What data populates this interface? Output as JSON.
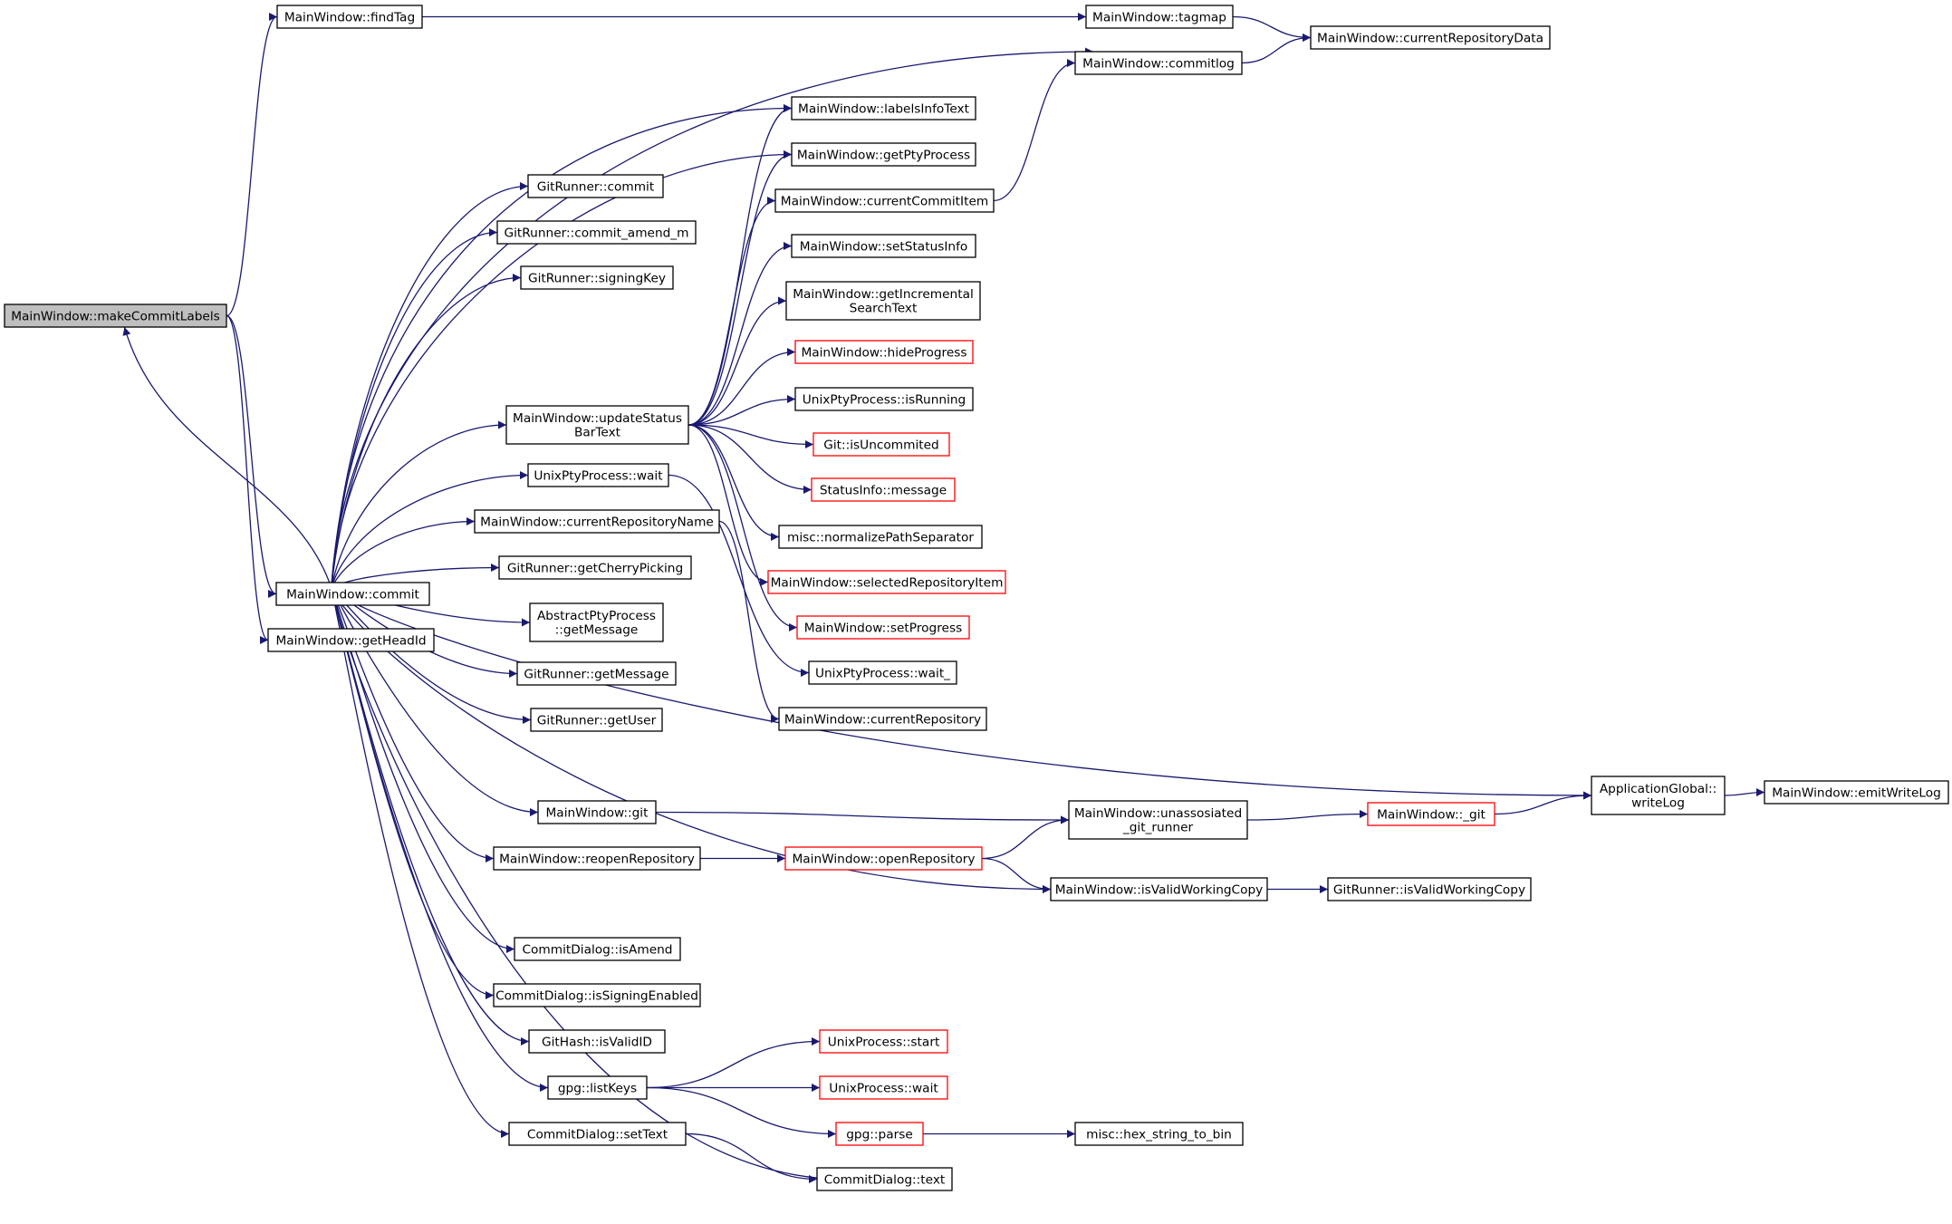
{
  "colors": {
    "edge": "#191970",
    "node_border": "#000000",
    "truncated_border": "#ff0000",
    "root_fill": "#bfbfbf",
    "node_fill": "#ffffff",
    "background": "#ffffff"
  },
  "nodes": [
    {
      "id": "n_make",
      "lines": [
        "MainWindow::makeCommitLabels"
      ],
      "root": true
    },
    {
      "id": "n_findTag",
      "lines": [
        "MainWindow::findTag"
      ]
    },
    {
      "id": "n_tagmap",
      "lines": [
        "MainWindow::tagmap"
      ]
    },
    {
      "id": "n_curRepoData",
      "lines": [
        "MainWindow::currentRepositoryData"
      ]
    },
    {
      "id": "n_commitlog",
      "lines": [
        "MainWindow::commitlog"
      ]
    },
    {
      "id": "n_labelsInfo",
      "lines": [
        "MainWindow::labelsInfoText"
      ]
    },
    {
      "id": "n_getPty",
      "lines": [
        "MainWindow::getPtyProcess"
      ]
    },
    {
      "id": "n_gr_commit",
      "lines": [
        "GitRunner::commit"
      ]
    },
    {
      "id": "n_curCommitItem",
      "lines": [
        "MainWindow::currentCommitItem"
      ]
    },
    {
      "id": "n_gr_amend",
      "lines": [
        "GitRunner::commit_amend_m"
      ]
    },
    {
      "id": "n_setStatusInfo",
      "lines": [
        "MainWindow::setStatusInfo"
      ]
    },
    {
      "id": "n_gr_signingKey",
      "lines": [
        "GitRunner::signingKey"
      ]
    },
    {
      "id": "n_getIncr",
      "lines": [
        "MainWindow::getIncremental",
        "SearchText"
      ]
    },
    {
      "id": "n_hideProgress",
      "lines": [
        "MainWindow::hideProgress"
      ],
      "truncated": true
    },
    {
      "id": "n_updStatus",
      "lines": [
        "MainWindow::updateStatus",
        "BarText"
      ]
    },
    {
      "id": "n_isRunning",
      "lines": [
        "UnixPtyProcess::isRunning"
      ]
    },
    {
      "id": "n_isUncommited",
      "lines": [
        "Git::isUncommited"
      ],
      "truncated": true
    },
    {
      "id": "n_upty_wait",
      "lines": [
        "UnixPtyProcess::wait"
      ]
    },
    {
      "id": "n_statusMsg",
      "lines": [
        "StatusInfo::message"
      ],
      "truncated": true
    },
    {
      "id": "n_curRepoName",
      "lines": [
        "MainWindow::currentRepositoryName"
      ]
    },
    {
      "id": "n_normPath",
      "lines": [
        "misc::normalizePathSeparator"
      ]
    },
    {
      "id": "n_getCherry",
      "lines": [
        "GitRunner::getCherryPicking"
      ]
    },
    {
      "id": "n_selRepoItem",
      "lines": [
        "MainWindow::selectedRepositoryItem"
      ],
      "truncated": true
    },
    {
      "id": "n_commit",
      "lines": [
        "MainWindow::commit"
      ]
    },
    {
      "id": "n_apty_getMsg",
      "lines": [
        "AbstractPtyProcess",
        "::getMessage"
      ]
    },
    {
      "id": "n_getHeadId",
      "lines": [
        "MainWindow::getHeadId"
      ]
    },
    {
      "id": "n_setProgress",
      "lines": [
        "MainWindow::setProgress"
      ],
      "truncated": true
    },
    {
      "id": "n_wait_",
      "lines": [
        "UnixPtyProcess::wait_"
      ]
    },
    {
      "id": "n_gr_getMsg",
      "lines": [
        "GitRunner::getMessage"
      ]
    },
    {
      "id": "n_curRepo",
      "lines": [
        "MainWindow::currentRepository"
      ]
    },
    {
      "id": "n_gr_getUser",
      "lines": [
        "GitRunner::getUser"
      ]
    },
    {
      "id": "n_appWriteLog",
      "lines": [
        "ApplicationGlobal::",
        "writeLog"
      ]
    },
    {
      "id": "n_emitWriteLog",
      "lines": [
        "MainWindow::emitWriteLog"
      ]
    },
    {
      "id": "n_mw_git",
      "lines": [
        "MainWindow::git"
      ]
    },
    {
      "id": "n_unassoc",
      "lines": [
        "MainWindow::unassosiated",
        "_git_runner"
      ]
    },
    {
      "id": "n_mw__git",
      "lines": [
        "MainWindow::_git"
      ],
      "truncated": true
    },
    {
      "id": "n_reopenRepo",
      "lines": [
        "MainWindow::reopenRepository"
      ]
    },
    {
      "id": "n_openRepo",
      "lines": [
        "MainWindow::openRepository"
      ],
      "truncated": true
    },
    {
      "id": "n_isValidWC",
      "lines": [
        "MainWindow::isValidWorkingCopy"
      ]
    },
    {
      "id": "n_gr_isValidWC",
      "lines": [
        "GitRunner::isValidWorkingCopy"
      ]
    },
    {
      "id": "n_cd_isAmend",
      "lines": [
        "CommitDialog::isAmend"
      ]
    },
    {
      "id": "n_cd_isSigning",
      "lines": [
        "CommitDialog::isSigningEnabled"
      ]
    },
    {
      "id": "n_gh_isValidID",
      "lines": [
        "GitHash::isValidID"
      ]
    },
    {
      "id": "n_up_start",
      "lines": [
        "UnixProcess::start"
      ],
      "truncated": true
    },
    {
      "id": "n_gpg_listKeys",
      "lines": [
        "gpg::listKeys"
      ]
    },
    {
      "id": "n_up_wait",
      "lines": [
        "UnixProcess::wait"
      ],
      "truncated": true
    },
    {
      "id": "n_gpg_parse",
      "lines": [
        "gpg::parse"
      ],
      "truncated": true
    },
    {
      "id": "n_cd_setText",
      "lines": [
        "CommitDialog::setText"
      ]
    },
    {
      "id": "n_hexToBin",
      "lines": [
        "misc::hex_string_to_bin"
      ]
    },
    {
      "id": "n_cd_text",
      "lines": [
        "CommitDialog::text"
      ]
    }
  ],
  "edges": [
    [
      "n_make",
      "n_findTag"
    ],
    [
      "n_make",
      "n_commit"
    ],
    [
      "n_make",
      "n_getHeadId"
    ],
    [
      "n_findTag",
      "n_tagmap"
    ],
    [
      "n_tagmap",
      "n_curRepoData"
    ],
    [
      "n_commitlog",
      "n_curRepoData"
    ],
    [
      "n_commit",
      "n_make"
    ],
    [
      "n_commit",
      "n_commitlog"
    ],
    [
      "n_commit",
      "n_labelsInfo"
    ],
    [
      "n_commit",
      "n_getPty"
    ],
    [
      "n_commit",
      "n_gr_commit"
    ],
    [
      "n_commit",
      "n_gr_amend"
    ],
    [
      "n_commit",
      "n_gr_signingKey"
    ],
    [
      "n_commit",
      "n_updStatus"
    ],
    [
      "n_commit",
      "n_upty_wait"
    ],
    [
      "n_commit",
      "n_curRepoName"
    ],
    [
      "n_commit",
      "n_getCherry"
    ],
    [
      "n_commit",
      "n_apty_getMsg"
    ],
    [
      "n_commit",
      "n_gr_getMsg"
    ],
    [
      "n_commit",
      "n_gr_getUser"
    ],
    [
      "n_commit",
      "n_appWriteLog"
    ],
    [
      "n_commit",
      "n_mw_git"
    ],
    [
      "n_commit",
      "n_reopenRepo"
    ],
    [
      "n_commit",
      "n_isValidWC"
    ],
    [
      "n_commit",
      "n_cd_isAmend"
    ],
    [
      "n_commit",
      "n_cd_isSigning"
    ],
    [
      "n_commit",
      "n_gh_isValidID"
    ],
    [
      "n_commit",
      "n_gpg_listKeys"
    ],
    [
      "n_commit",
      "n_cd_setText"
    ],
    [
      "n_commit",
      "n_cd_text"
    ],
    [
      "n_updStatus",
      "n_labelsInfo"
    ],
    [
      "n_updStatus",
      "n_getPty"
    ],
    [
      "n_updStatus",
      "n_curCommitItem"
    ],
    [
      "n_updStatus",
      "n_setStatusInfo"
    ],
    [
      "n_updStatus",
      "n_getIncr"
    ],
    [
      "n_updStatus",
      "n_hideProgress"
    ],
    [
      "n_updStatus",
      "n_isRunning"
    ],
    [
      "n_updStatus",
      "n_isUncommited"
    ],
    [
      "n_updStatus",
      "n_statusMsg"
    ],
    [
      "n_updStatus",
      "n_normPath"
    ],
    [
      "n_updStatus",
      "n_selRepoItem"
    ],
    [
      "n_updStatus",
      "n_setProgress"
    ],
    [
      "n_curCommitItem",
      "n_commitlog"
    ],
    [
      "n_upty_wait",
      "n_wait_"
    ],
    [
      "n_curRepoName",
      "n_curRepo"
    ],
    [
      "n_appWriteLog",
      "n_emitWriteLog"
    ],
    [
      "n_mw_git",
      "n_unassoc"
    ],
    [
      "n_unassoc",
      "n_mw__git"
    ],
    [
      "n_mw__git",
      "n_appWriteLog"
    ],
    [
      "n_reopenRepo",
      "n_openRepo"
    ],
    [
      "n_openRepo",
      "n_unassoc"
    ],
    [
      "n_openRepo",
      "n_isValidWC"
    ],
    [
      "n_isValidWC",
      "n_gr_isValidWC"
    ],
    [
      "n_gpg_listKeys",
      "n_up_start"
    ],
    [
      "n_gpg_listKeys",
      "n_up_wait"
    ],
    [
      "n_gpg_listKeys",
      "n_gpg_parse"
    ],
    [
      "n_gpg_parse",
      "n_hexToBin"
    ],
    [
      "n_cd_setText",
      "n_cd_text"
    ]
  ]
}
